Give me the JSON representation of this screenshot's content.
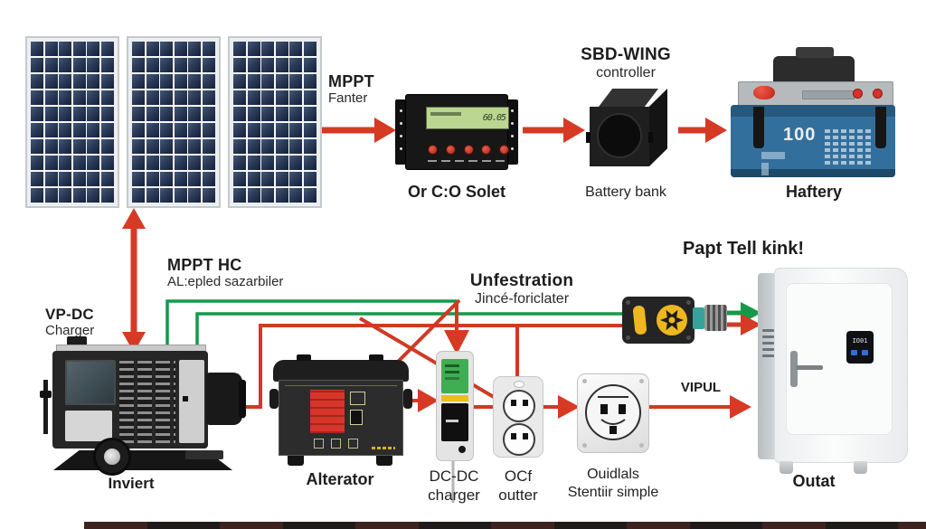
{
  "labels": {
    "mppt": {
      "title": "MPPT",
      "subtitle": "Fanter"
    },
    "controller_caption": "Or C:O Solet",
    "controller_lcd": "60.05",
    "sbd": {
      "title": "SBD-WING",
      "subtitle": "controller",
      "caption": "Battery bank"
    },
    "battery": {
      "value": "100",
      "caption": "Haftery"
    },
    "mppt_hc": {
      "title": "MPPT HC",
      "subtitle": "AL:epled sazarbiler"
    },
    "vpdc": {
      "title": "VP-DC",
      "subtitle": "Charger"
    },
    "unfestration": {
      "title": "Unfestration",
      "subtitle": "Jincé-foriclater"
    },
    "papt_tell": "Papt Tell kink!",
    "vipul": "VIPUL",
    "inverter_caption": "Inviert",
    "alterator_caption": "Alterator",
    "dcdc": {
      "line1": "DC-DC",
      "line2": "charger"
    },
    "ocf": {
      "line1": "OCf",
      "line2": "outter"
    },
    "ouidlals": {
      "line1": "Ouidlals",
      "line2": "Stentiir simple"
    },
    "outat": {
      "caption": "Outat",
      "display": "IO01"
    }
  },
  "colors": {
    "arrow_red": "#d63a24",
    "wire_red": "#cf3a24",
    "wire_green": "#16984a",
    "solar_cell": "#2b3b58",
    "battery_blue": "#336f9d",
    "lcd_green": "#bad690",
    "timer_yellow": "#edb71e"
  }
}
